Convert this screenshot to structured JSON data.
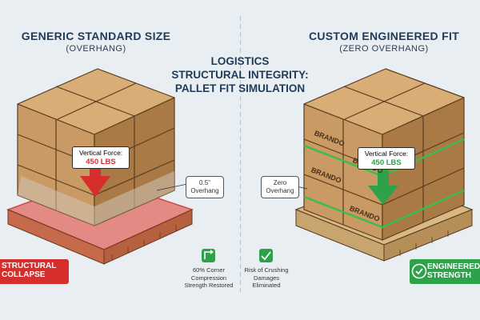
{
  "left_panel": {
    "title": "GENERIC STANDARD SIZE",
    "subtitle": "(OVERHANG)"
  },
  "right_panel": {
    "title": "CUSTOM ENGINEERED FIT",
    "subtitle": "(ZERO OVERHANG)"
  },
  "center": {
    "title_line1": "LOGISTICS",
    "title_line2": "STRUCTURAL INTEGRITY:",
    "title_line3": "PALLET FIT SIMULATION"
  },
  "left_force": {
    "label": "Vertical Force:",
    "value": "450 LBS"
  },
  "right_force": {
    "label": "Vertical Force:",
    "value": "450 LBS"
  },
  "overhang_callout": {
    "value": "0.5\"",
    "label": "Overhang"
  },
  "zero_callout": {
    "line1": "Zero",
    "line2": "Overhang"
  },
  "box_brand": "BRANDO",
  "left_badge": {
    "line1": "STRUCTURAL",
    "line2": "COLLAPSE"
  },
  "right_badge": {
    "line1": "ENGINEERED",
    "line2": "STRENGTH"
  },
  "features": [
    {
      "line1": "60% Corner",
      "line2": "Compression",
      "line3": "Strength Restored",
      "icon": "corner-arrow-icon"
    },
    {
      "line1": "Risk of Crushing",
      "line2": "Damages",
      "line3": "Eliminated",
      "icon": "check-wrench-icon"
    }
  ],
  "colors": {
    "cardboard": "#c99a63",
    "cardboard_dark": "#a97a45",
    "warning_red": "#d62d2d",
    "success_green": "#2fa14a",
    "pallet": "#c8a46f",
    "title": "#1f3b5a"
  }
}
